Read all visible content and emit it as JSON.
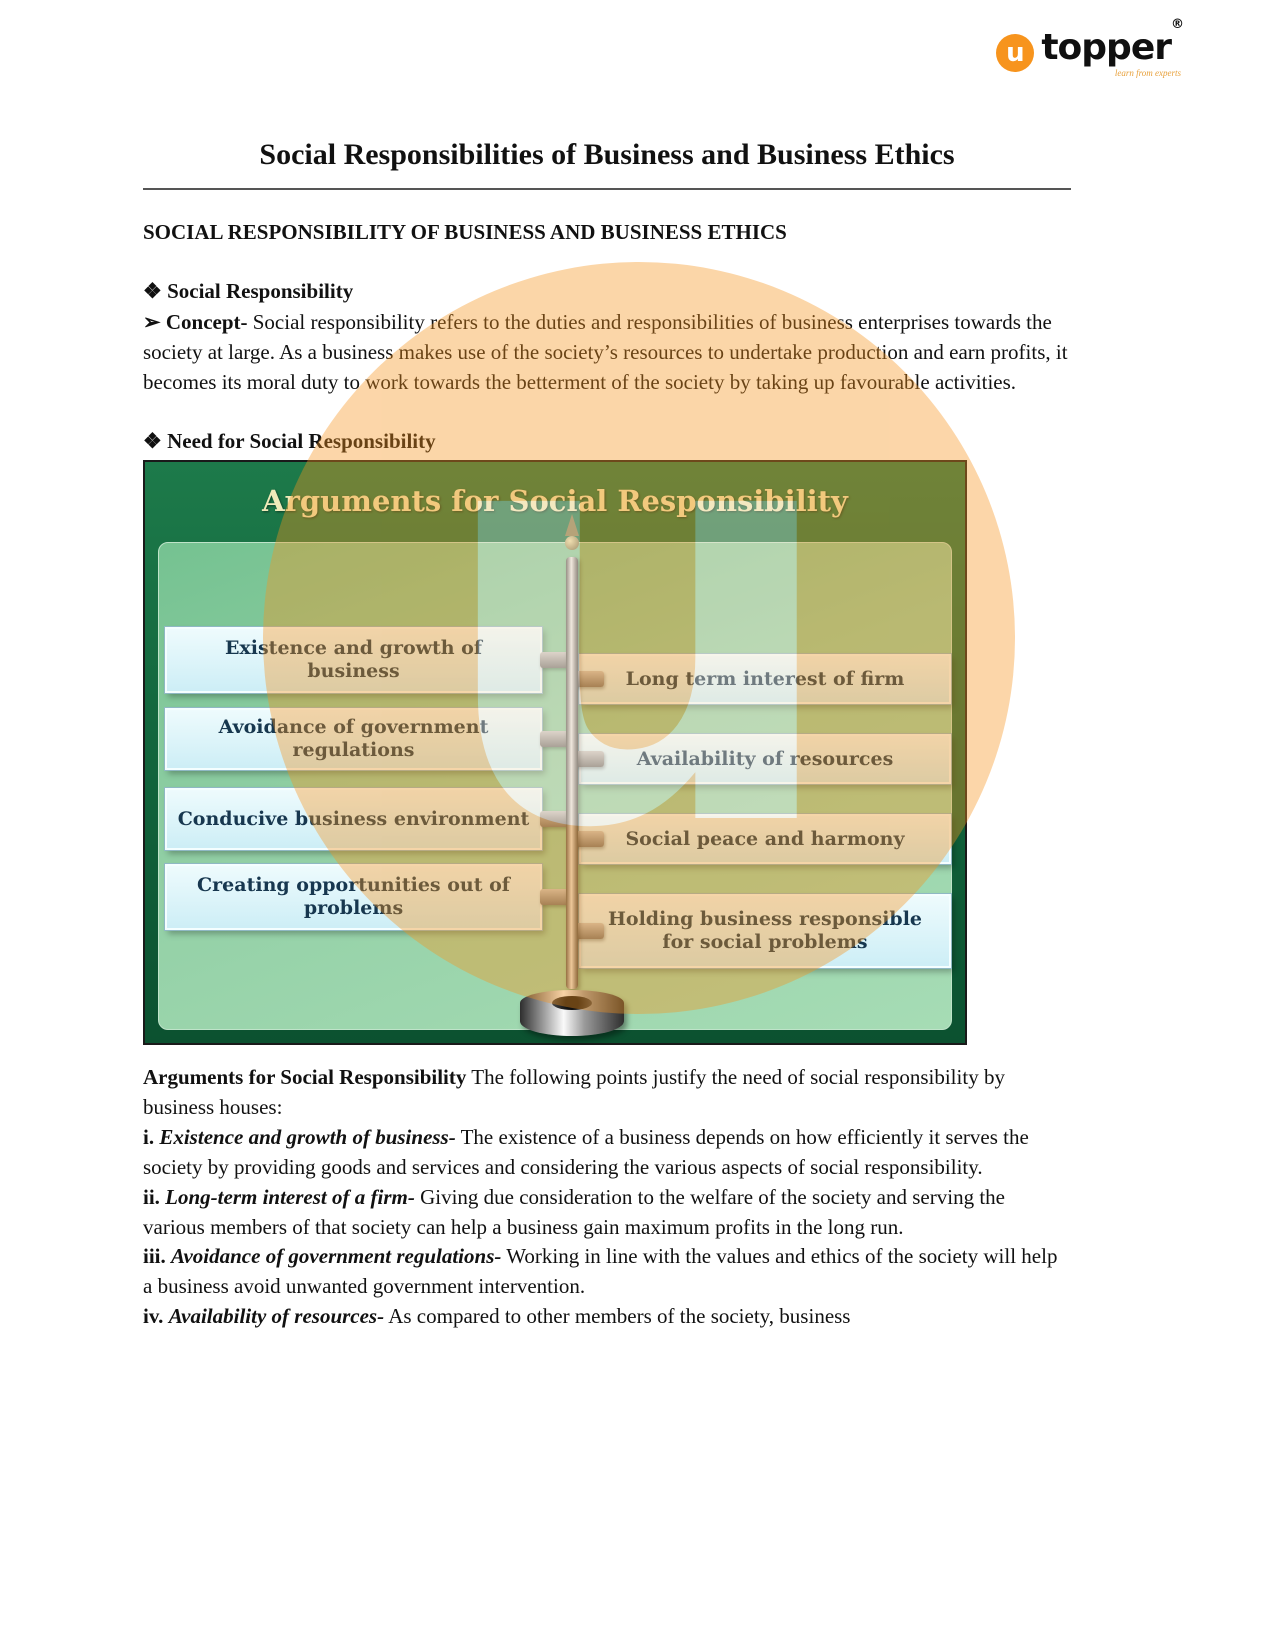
{
  "logo": {
    "u": "u",
    "name": "topper",
    "reg": "®",
    "tagline": "learn from experts"
  },
  "doc": {
    "title": "Social Responsibilities of Business and Business Ethics",
    "main_heading": "SOCIAL RESPONSIBILITY OF BUSINESS AND BUSINESS ETHICS",
    "bullet1": "❖ Social Responsibility",
    "concept_lead": "➢ Concept-",
    "concept_text": "Social responsibility refers to the duties and responsibilities of business enterprises towards the society at large. As a business makes use of the society’s resources to undertake production and earn profits, it becomes its moral duty to work towards the betterment of the society by taking up favourable activities.",
    "bullet2": "❖ Need for Social Responsibility"
  },
  "diagram": {
    "title": "Arguments for Social Responsibility",
    "left_items": [
      "Existence and growth of business",
      "Avoidance of government regulations",
      "Conducive business environment",
      "Creating opportunities out of problems"
    ],
    "right_items": [
      "Long term interest of firm",
      "Availability of resources",
      "Social peace and harmony",
      "Holding business responsible for social problems"
    ]
  },
  "arguments": {
    "lead": "Arguments for Social Responsibility",
    "intro": "The following points justify the need of social responsibility by business houses:",
    "items": [
      {
        "prefix": "i.",
        "lead": "Existence and growth of business-",
        "text": "The existence of a business depends on how efficiently it serves the society by providing goods and services and considering the various aspects of social responsibility."
      },
      {
        "prefix": "ii.",
        "lead": "Long-term interest of a firm-",
        "text": "Giving due consideration to the welfare of the society and serving the various members of that society can help a business gain maximum profits in the long run."
      },
      {
        "prefix": "iii.",
        "lead": "Avoidance of government regulations-",
        "text": "Working in line with the values and ethics of the society will help a business avoid unwanted government intervention."
      },
      {
        "prefix": "iv.",
        "lead": "Availability of resources-",
        "text": "As compared to other members of the society, business"
      }
    ]
  },
  "colors": {
    "accent_orange": "#f7941d",
    "diagram_dark_green": "#10613a",
    "diagram_light_green": "#93d0a6",
    "box_fill": "#d6f2f7",
    "box_text": "#17374f"
  }
}
